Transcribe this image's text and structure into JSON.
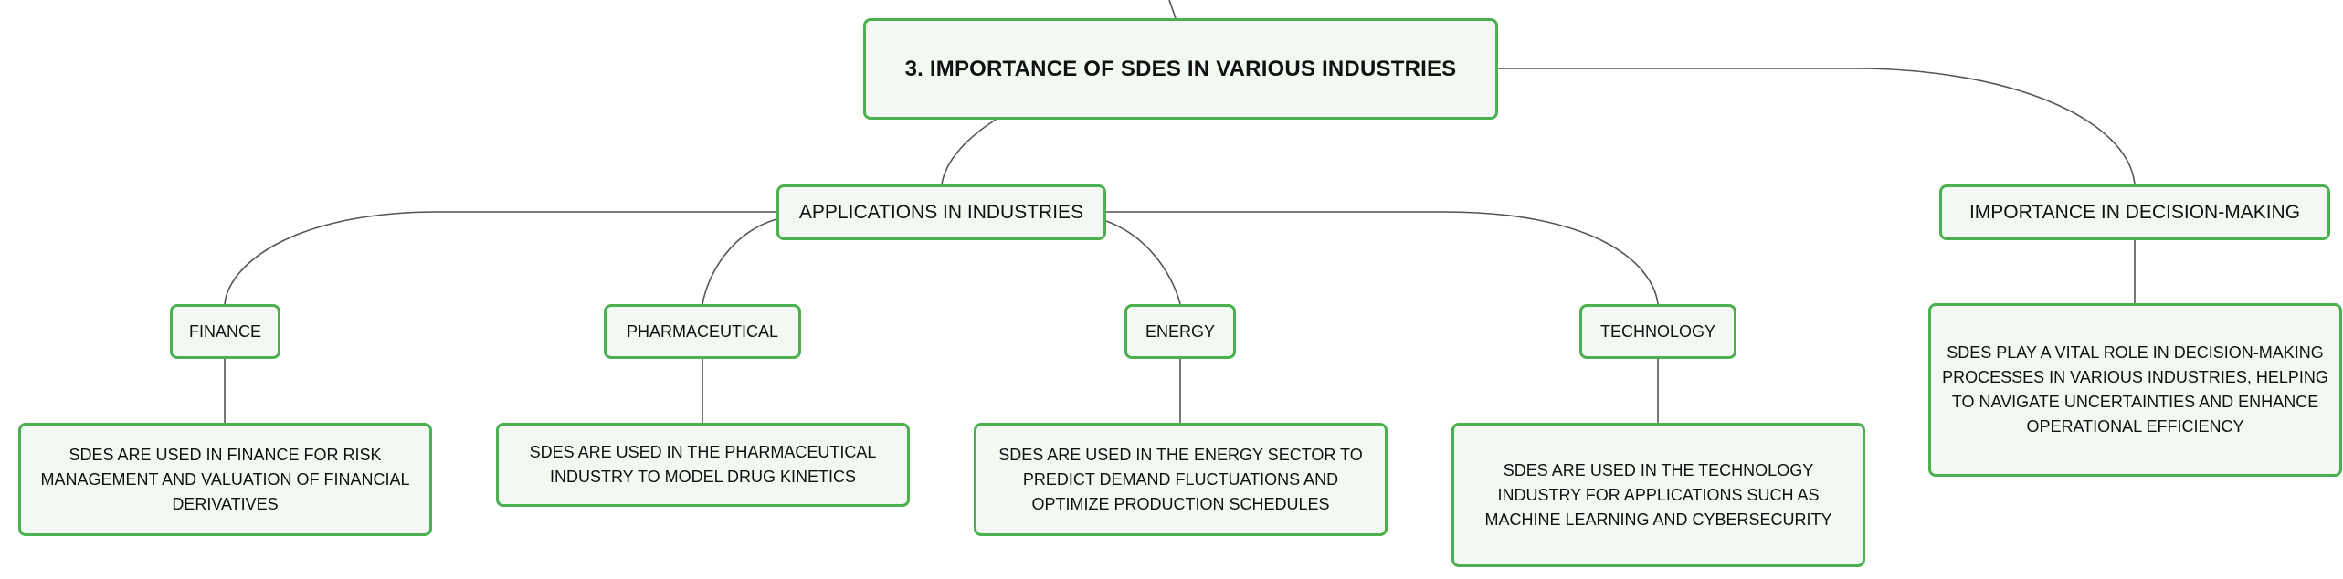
{
  "diagram": {
    "root": "3. IMPORTANCE OF SDES IN VARIOUS INDUSTRIES",
    "applications": {
      "title": "APPLICATIONS IN INDUSTRIES",
      "finance": {
        "title": "FINANCE",
        "detail": "SDES ARE USED IN FINANCE FOR RISK MANAGEMENT AND VALUATION OF FINANCIAL DERIVATIVES"
      },
      "pharmaceutical": {
        "title": "PHARMACEUTICAL",
        "detail": "SDES ARE USED IN THE PHARMACEUTICAL INDUSTRY TO MODEL DRUG KINETICS"
      },
      "energy": {
        "title": "ENERGY",
        "detail": "SDES ARE USED IN THE ENERGY SECTOR TO PREDICT DEMAND FLUCTUATIONS AND OPTIMIZE PRODUCTION SCHEDULES"
      },
      "technology": {
        "title": "TECHNOLOGY",
        "detail": "SDES ARE USED IN THE TECHNOLOGY INDUSTRY FOR APPLICATIONS SUCH AS MACHINE LEARNING AND CYBERSECURITY"
      }
    },
    "decision": {
      "title": "IMPORTANCE IN DECISION-MAKING",
      "detail": "SDES PLAY A VITAL ROLE IN DECISION-MAKING PROCESSES IN VARIOUS INDUSTRIES, HELPING TO NAVIGATE UNCERTAINTIES AND ENHANCE OPERATIONAL EFFICIENCY"
    }
  },
  "colors": {
    "node_border": "#4caf50",
    "node_fill": "#f1f9f2",
    "connector": "#555555"
  }
}
